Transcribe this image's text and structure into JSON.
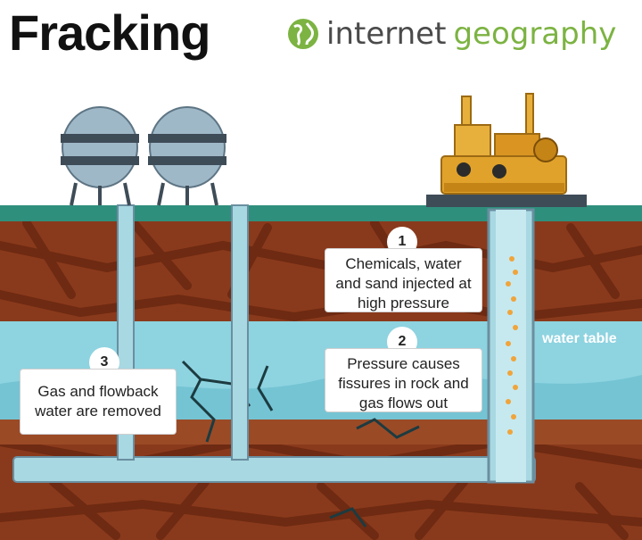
{
  "title": "Fracking",
  "brand": {
    "word1": "internet",
    "word2": "geography",
    "icon": "globe-icon"
  },
  "labels": {
    "water_table": "water table"
  },
  "steps": [
    {
      "number": "1",
      "text": "Chemicals, water and sand injected at high pressure"
    },
    {
      "number": "2",
      "text": "Pressure causes fissures in rock and gas flows out"
    },
    {
      "number": "3",
      "text": "Gas and flowback water are removed"
    }
  ],
  "colors": {
    "topsoil": "#2f8f7d",
    "rock": "#8a3a1c",
    "rock_dark": "#6e2a12",
    "water": "#8ed3e0",
    "pipe": "#a8d8e2",
    "pipe_edge": "#6a8fa0",
    "brand_green": "#7cb342"
  }
}
